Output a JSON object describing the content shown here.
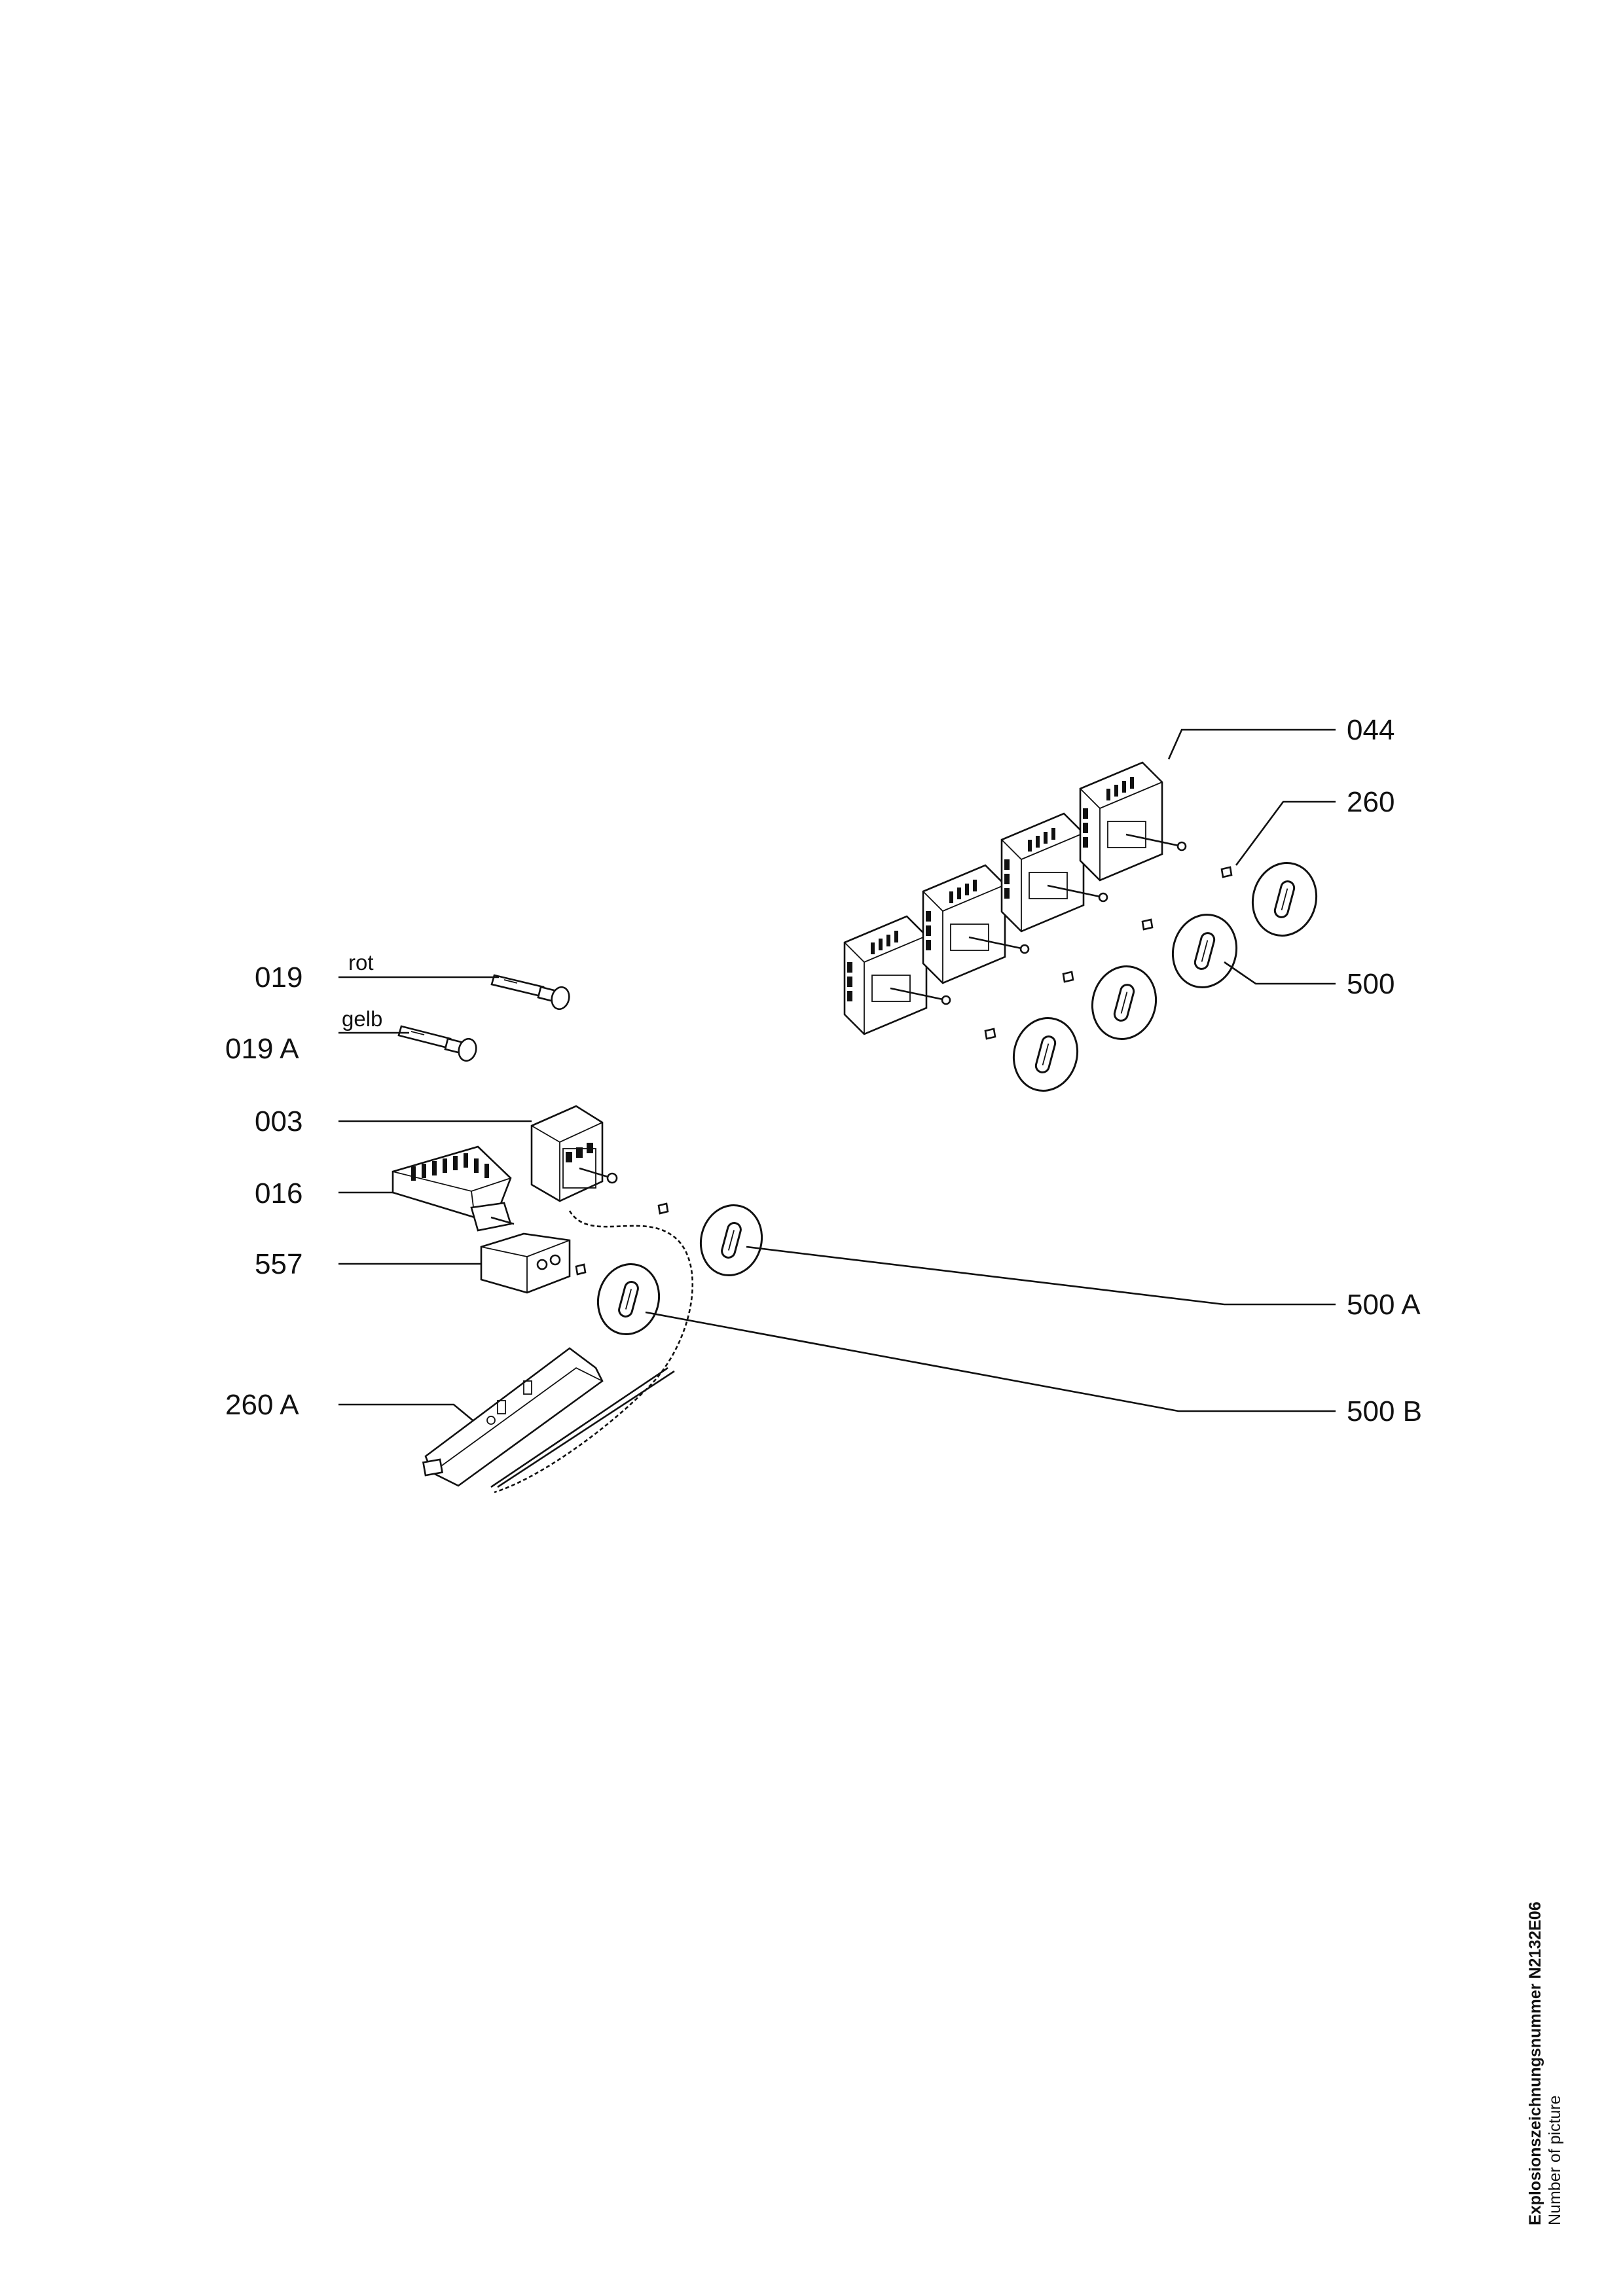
{
  "callouts": {
    "c044": "044",
    "c260": "260",
    "c500": "500",
    "c019": "019",
    "c019a": "019 A",
    "c003": "003",
    "c016": "016",
    "c557": "557",
    "c260a": "260 A",
    "c500a": "500 A",
    "c500b": "500 B"
  },
  "notes": {
    "rot": "rot",
    "gelb": "gelb"
  },
  "caption": {
    "title": "Explosionszeichnungsnummer N2132E06",
    "subtitle": "Number of picture"
  }
}
